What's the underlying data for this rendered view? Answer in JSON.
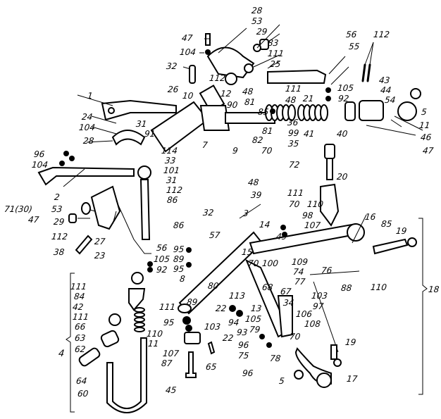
{
  "figure": {
    "type": "exploded-view assembly drawing",
    "colors": {
      "ink": "#000000",
      "paper": "#ffffff"
    },
    "callouts": [
      {
        "id": "c28a",
        "text": "28"
      },
      {
        "id": "c53a",
        "text": "53"
      },
      {
        "id": "c29a",
        "text": "29"
      },
      {
        "id": "c83",
        "text": "83"
      },
      {
        "id": "c111a",
        "text": "111"
      },
      {
        "id": "c25",
        "text": "25"
      },
      {
        "id": "c47a",
        "text": "47"
      },
      {
        "id": "c104a",
        "text": "104"
      },
      {
        "id": "c32a",
        "text": "32"
      },
      {
        "id": "c112a",
        "text": "112"
      },
      {
        "id": "c56a",
        "text": "56"
      },
      {
        "id": "c55a",
        "text": "55"
      },
      {
        "id": "c112b",
        "text": "112"
      },
      {
        "id": "c1",
        "text": "1"
      },
      {
        "id": "c26",
        "text": "26"
      },
      {
        "id": "c10",
        "text": "10"
      },
      {
        "id": "c12",
        "text": "12"
      },
      {
        "id": "c90",
        "text": "90"
      },
      {
        "id": "c48a",
        "text": "48"
      },
      {
        "id": "c81a",
        "text": "81"
      },
      {
        "id": "c111b",
        "text": "111"
      },
      {
        "id": "c21",
        "text": "21"
      },
      {
        "id": "c48b",
        "text": "48"
      },
      {
        "id": "c105a",
        "text": "105"
      },
      {
        "id": "c92a",
        "text": "92"
      },
      {
        "id": "c43",
        "text": "43"
      },
      {
        "id": "c44",
        "text": "44"
      },
      {
        "id": "c54",
        "text": "54"
      },
      {
        "id": "c5a",
        "text": "5"
      },
      {
        "id": "c11a",
        "text": "11"
      },
      {
        "id": "c46",
        "text": "46"
      },
      {
        "id": "c47b",
        "text": "47"
      },
      {
        "id": "c24",
        "text": "24"
      },
      {
        "id": "c104b",
        "text": "104"
      },
      {
        "id": "c31a",
        "text": "31"
      },
      {
        "id": "c91",
        "text": "91"
      },
      {
        "id": "c28b",
        "text": "28"
      },
      {
        "id": "c114",
        "text": "114"
      },
      {
        "id": "c33",
        "text": "33"
      },
      {
        "id": "c101",
        "text": "101"
      },
      {
        "id": "c31b",
        "text": "31"
      },
      {
        "id": "c7a",
        "text": "7"
      },
      {
        "id": "c85a",
        "text": "85"
      },
      {
        "id": "c36",
        "text": "36"
      },
      {
        "id": "c81b",
        "text": "81"
      },
      {
        "id": "c99",
        "text": "99"
      },
      {
        "id": "c41",
        "text": "41"
      },
      {
        "id": "c40",
        "text": "40"
      },
      {
        "id": "c35",
        "text": "35"
      },
      {
        "id": "c9",
        "text": "9"
      },
      {
        "id": "c82",
        "text": "82"
      },
      {
        "id": "c70a",
        "text": "70"
      },
      {
        "id": "c72",
        "text": "72"
      },
      {
        "id": "c48c",
        "text": "48"
      },
      {
        "id": "c20",
        "text": "20"
      },
      {
        "id": "c96a",
        "text": "96"
      },
      {
        "id": "c104c",
        "text": "104"
      },
      {
        "id": "c2",
        "text": "2"
      },
      {
        "id": "c112c",
        "text": "112"
      },
      {
        "id": "c86a",
        "text": "86"
      },
      {
        "id": "c71",
        "text": "71(30)"
      },
      {
        "id": "c47c",
        "text": "47"
      },
      {
        "id": "c53b",
        "text": "53"
      },
      {
        "id": "c29b",
        "text": "29"
      },
      {
        "id": "c112d",
        "text": "112"
      },
      {
        "id": "c86b",
        "text": "86"
      },
      {
        "id": "c27",
        "text": "27"
      },
      {
        "id": "c38",
        "text": "38"
      },
      {
        "id": "c23",
        "text": "23"
      },
      {
        "id": "c39",
        "text": "39"
      },
      {
        "id": "c111c",
        "text": "111"
      },
      {
        "id": "c70b",
        "text": "70"
      },
      {
        "id": "c110a",
        "text": "110"
      },
      {
        "id": "c98",
        "text": "98"
      },
      {
        "id": "c107a",
        "text": "107"
      },
      {
        "id": "c32b",
        "text": "32"
      },
      {
        "id": "c3",
        "text": "3"
      },
      {
        "id": "c14",
        "text": "14"
      },
      {
        "id": "c49",
        "text": "49"
      },
      {
        "id": "c16",
        "text": "16"
      },
      {
        "id": "c85b",
        "text": "85"
      },
      {
        "id": "c19a",
        "text": "19"
      },
      {
        "id": "c57",
        "text": "57"
      },
      {
        "id": "c15",
        "text": "15"
      },
      {
        "id": "c56b",
        "text": "56"
      },
      {
        "id": "c95a",
        "text": "95"
      },
      {
        "id": "c89a",
        "text": "89"
      },
      {
        "id": "c95b",
        "text": "95"
      },
      {
        "id": "c8",
        "text": "8"
      },
      {
        "id": "c105b",
        "text": "105"
      },
      {
        "id": "c92b",
        "text": "92"
      },
      {
        "id": "c70c",
        "text": "70"
      },
      {
        "id": "c100",
        "text": "100"
      },
      {
        "id": "c109",
        "text": "109"
      },
      {
        "id": "c74",
        "text": "74"
      },
      {
        "id": "c76",
        "text": "76"
      },
      {
        "id": "c77",
        "text": "77"
      },
      {
        "id": "c88",
        "text": "88"
      },
      {
        "id": "c110b",
        "text": "110"
      },
      {
        "id": "c18",
        "text": "18"
      },
      {
        "id": "c80",
        "text": "80"
      },
      {
        "id": "c68",
        "text": "68"
      },
      {
        "id": "c67",
        "text": "67"
      },
      {
        "id": "c103a",
        "text": "103"
      },
      {
        "id": "c113",
        "text": "113"
      },
      {
        "id": "c34",
        "text": "34"
      },
      {
        "id": "c97",
        "text": "97"
      },
      {
        "id": "c106",
        "text": "106"
      },
      {
        "id": "c108",
        "text": "108"
      },
      {
        "id": "c111d",
        "text": "111"
      },
      {
        "id": "c84",
        "text": "84"
      },
      {
        "id": "c42",
        "text": "42"
      },
      {
        "id": "c111e",
        "text": "111"
      },
      {
        "id": "c66",
        "text": "66"
      },
      {
        "id": "c63",
        "text": "63"
      },
      {
        "id": "c62",
        "text": "62"
      },
      {
        "id": "c4",
        "text": "4"
      },
      {
        "id": "c64",
        "text": "64"
      },
      {
        "id": "c60",
        "text": "60"
      },
      {
        "id": "c11b",
        "text": "11"
      },
      {
        "id": "c111f",
        "text": "111"
      },
      {
        "id": "c89b",
        "text": "89"
      },
      {
        "id": "c95c",
        "text": "95"
      },
      {
        "id": "c110c",
        "text": "110"
      },
      {
        "id": "c107b",
        "text": "107"
      },
      {
        "id": "c87",
        "text": "87"
      },
      {
        "id": "c65",
        "text": "65"
      },
      {
        "id": "c45",
        "text": "45"
      },
      {
        "id": "c103b",
        "text": "103"
      },
      {
        "id": "c22a",
        "text": "22"
      },
      {
        "id": "c22b",
        "text": "22"
      },
      {
        "id": "c94",
        "text": "94"
      },
      {
        "id": "c93",
        "text": "93"
      },
      {
        "id": "c13",
        "text": "13"
      },
      {
        "id": "c105c",
        "text": "105"
      },
      {
        "id": "c79",
        "text": "79"
      },
      {
        "id": "c96b",
        "text": "96"
      },
      {
        "id": "c75",
        "text": "75"
      },
      {
        "id": "c78",
        "text": "78"
      },
      {
        "id": "c96c",
        "text": "96"
      },
      {
        "id": "c70d",
        "text": "70"
      },
      {
        "id": "c19b",
        "text": "19"
      },
      {
        "id": "c5b",
        "text": "5"
      },
      {
        "id": "c17",
        "text": "17"
      }
    ]
  }
}
